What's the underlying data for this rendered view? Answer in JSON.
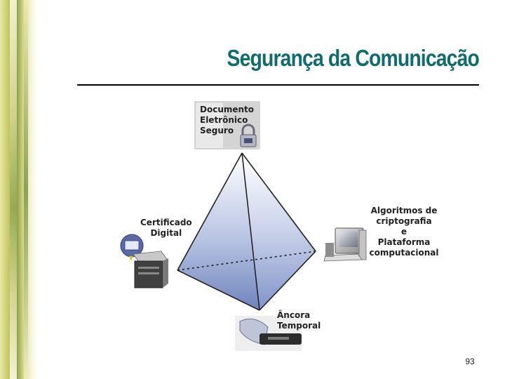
{
  "slide": {
    "title": "Segurança da Comunicação",
    "page_number": "93"
  },
  "diagram": {
    "top_label": "Documento\nEletrônico\nSeguro",
    "left_label": "Certificado\nDigital",
    "right_label": "Algoritmos de\ncriptografia\ne\nPlataforma\ncomputacional",
    "bottom_label": "Âncora\nTemporal",
    "icons": [
      "padlock-icon",
      "certificate-icon",
      "server-icon",
      "computer-icon",
      "timestamp-device-icon"
    ],
    "colors": {
      "title": "#0f6d6d",
      "pyramid_light": "#ffffff",
      "pyramid_dark": "#7a8fc2"
    }
  }
}
